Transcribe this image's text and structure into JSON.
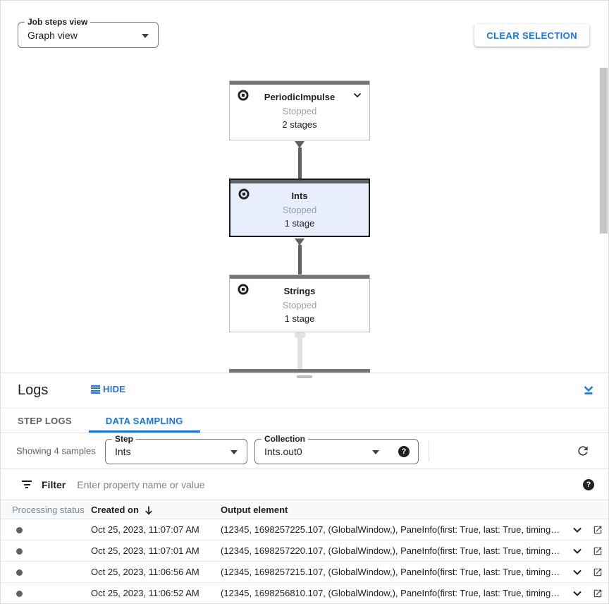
{
  "colors": {
    "accent": "#1a73e8",
    "node_top_bar": "#757575",
    "node_selected_bg": "#e8eefb",
    "status_text": "#9aa0a6",
    "edge_dark": "#616161",
    "edge_light": "#e2e2e2"
  },
  "toolbar": {
    "job_steps_view": {
      "label": "Job steps view",
      "value": "Graph view"
    },
    "clear_selection_label": "CLEAR SELECTION"
  },
  "graph": {
    "nodes": [
      {
        "title": "PeriodicImpulse",
        "status": "Stopped",
        "stages": "2 stages",
        "selected": false,
        "expandable": true
      },
      {
        "title": "Ints",
        "status": "Stopped",
        "stages": "1 stage",
        "selected": true,
        "expandable": false
      },
      {
        "title": "Strings",
        "status": "Stopped",
        "stages": "1 stage",
        "selected": false,
        "expandable": false
      }
    ],
    "icons": {
      "node_status": "stop-circle-icon",
      "node_expand": "chevron-down-icon"
    }
  },
  "logs_panel": {
    "title": "Logs",
    "hide_label": "HIDE",
    "icons": {
      "hide": "list-lines-icon",
      "collapse": "collapse-panel-icon",
      "refresh": "refresh-icon",
      "help": "?",
      "filter": "filter-funnel-icon",
      "sort": "arrow-down-icon",
      "row_expand": "chevron-down-icon",
      "row_open": "open-in-new-icon"
    },
    "tabs": [
      {
        "label": "STEP LOGS",
        "active": false
      },
      {
        "label": "DATA SAMPLING",
        "active": true
      }
    ],
    "sampling": {
      "summary": "Showing 4 samples",
      "step_select": {
        "label": "Step",
        "value": "Ints"
      },
      "collection_select": {
        "label": "Collection",
        "value": "Ints.out0"
      }
    },
    "filter": {
      "label": "Filter",
      "placeholder": "Enter property name or value"
    },
    "table": {
      "columns": {
        "processing_status": "Processing status",
        "created_on": "Created on",
        "output_element": "Output element"
      },
      "sorted_by": "Created on",
      "sort_direction": "descending",
      "rows": [
        {
          "created_on": "Oct 25, 2023, 11:07:07 AM",
          "output_element": "(12345, 1698257225.107, (GlobalWindow,), PaneInfo(first: True, last: True, timing…"
        },
        {
          "created_on": "Oct 25, 2023, 11:07:01 AM",
          "output_element": "(12345, 1698257220.107, (GlobalWindow,), PaneInfo(first: True, last: True, timing…"
        },
        {
          "created_on": "Oct 25, 2023, 11:06:56 AM",
          "output_element": "(12345, 1698257215.107, (GlobalWindow,), PaneInfo(first: True, last: True, timing…"
        },
        {
          "created_on": "Oct 25, 2023, 11:06:52 AM",
          "output_element": "(12345, 1698256810.107, (GlobalWindow,), PaneInfo(first: True, last: True, timing…"
        }
      ]
    }
  }
}
